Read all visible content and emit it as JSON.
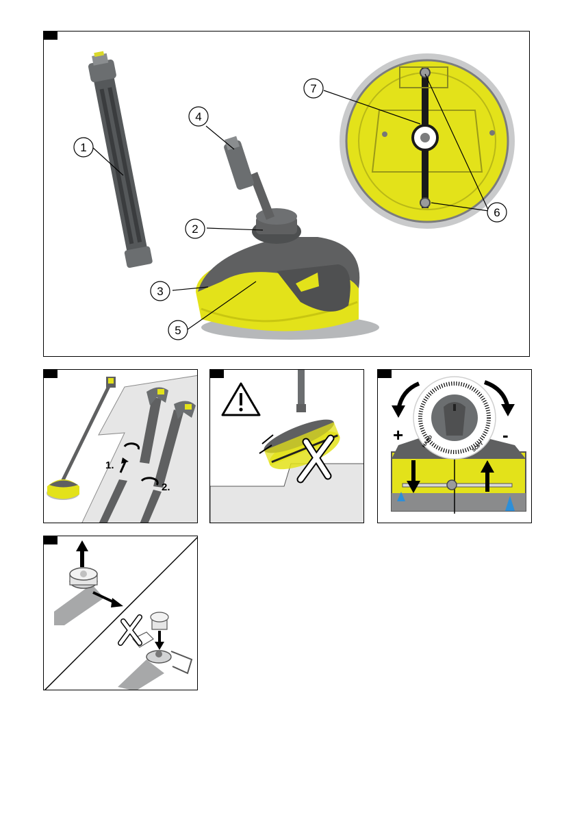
{
  "figures": {
    "overview": {
      "callouts": [
        "1",
        "2",
        "3",
        "4",
        "5",
        "6",
        "7"
      ]
    },
    "assembly": {
      "step1": "1.",
      "step2": "2."
    },
    "warning": {},
    "pressure": {
      "plus": "+",
      "minus": "-",
      "hard": "HARD",
      "soft": "SOFT"
    },
    "nozzle": {}
  },
  "colors": {
    "accent_yellow": "#e3e21a",
    "housing_gray": "#5f6061",
    "water_blue": "#2d8fd8"
  },
  "icons": [
    "warning-triangle-icon",
    "arrow-up-icon",
    "arrow-down-icon",
    "rotate-icon",
    "cross-icon"
  ]
}
